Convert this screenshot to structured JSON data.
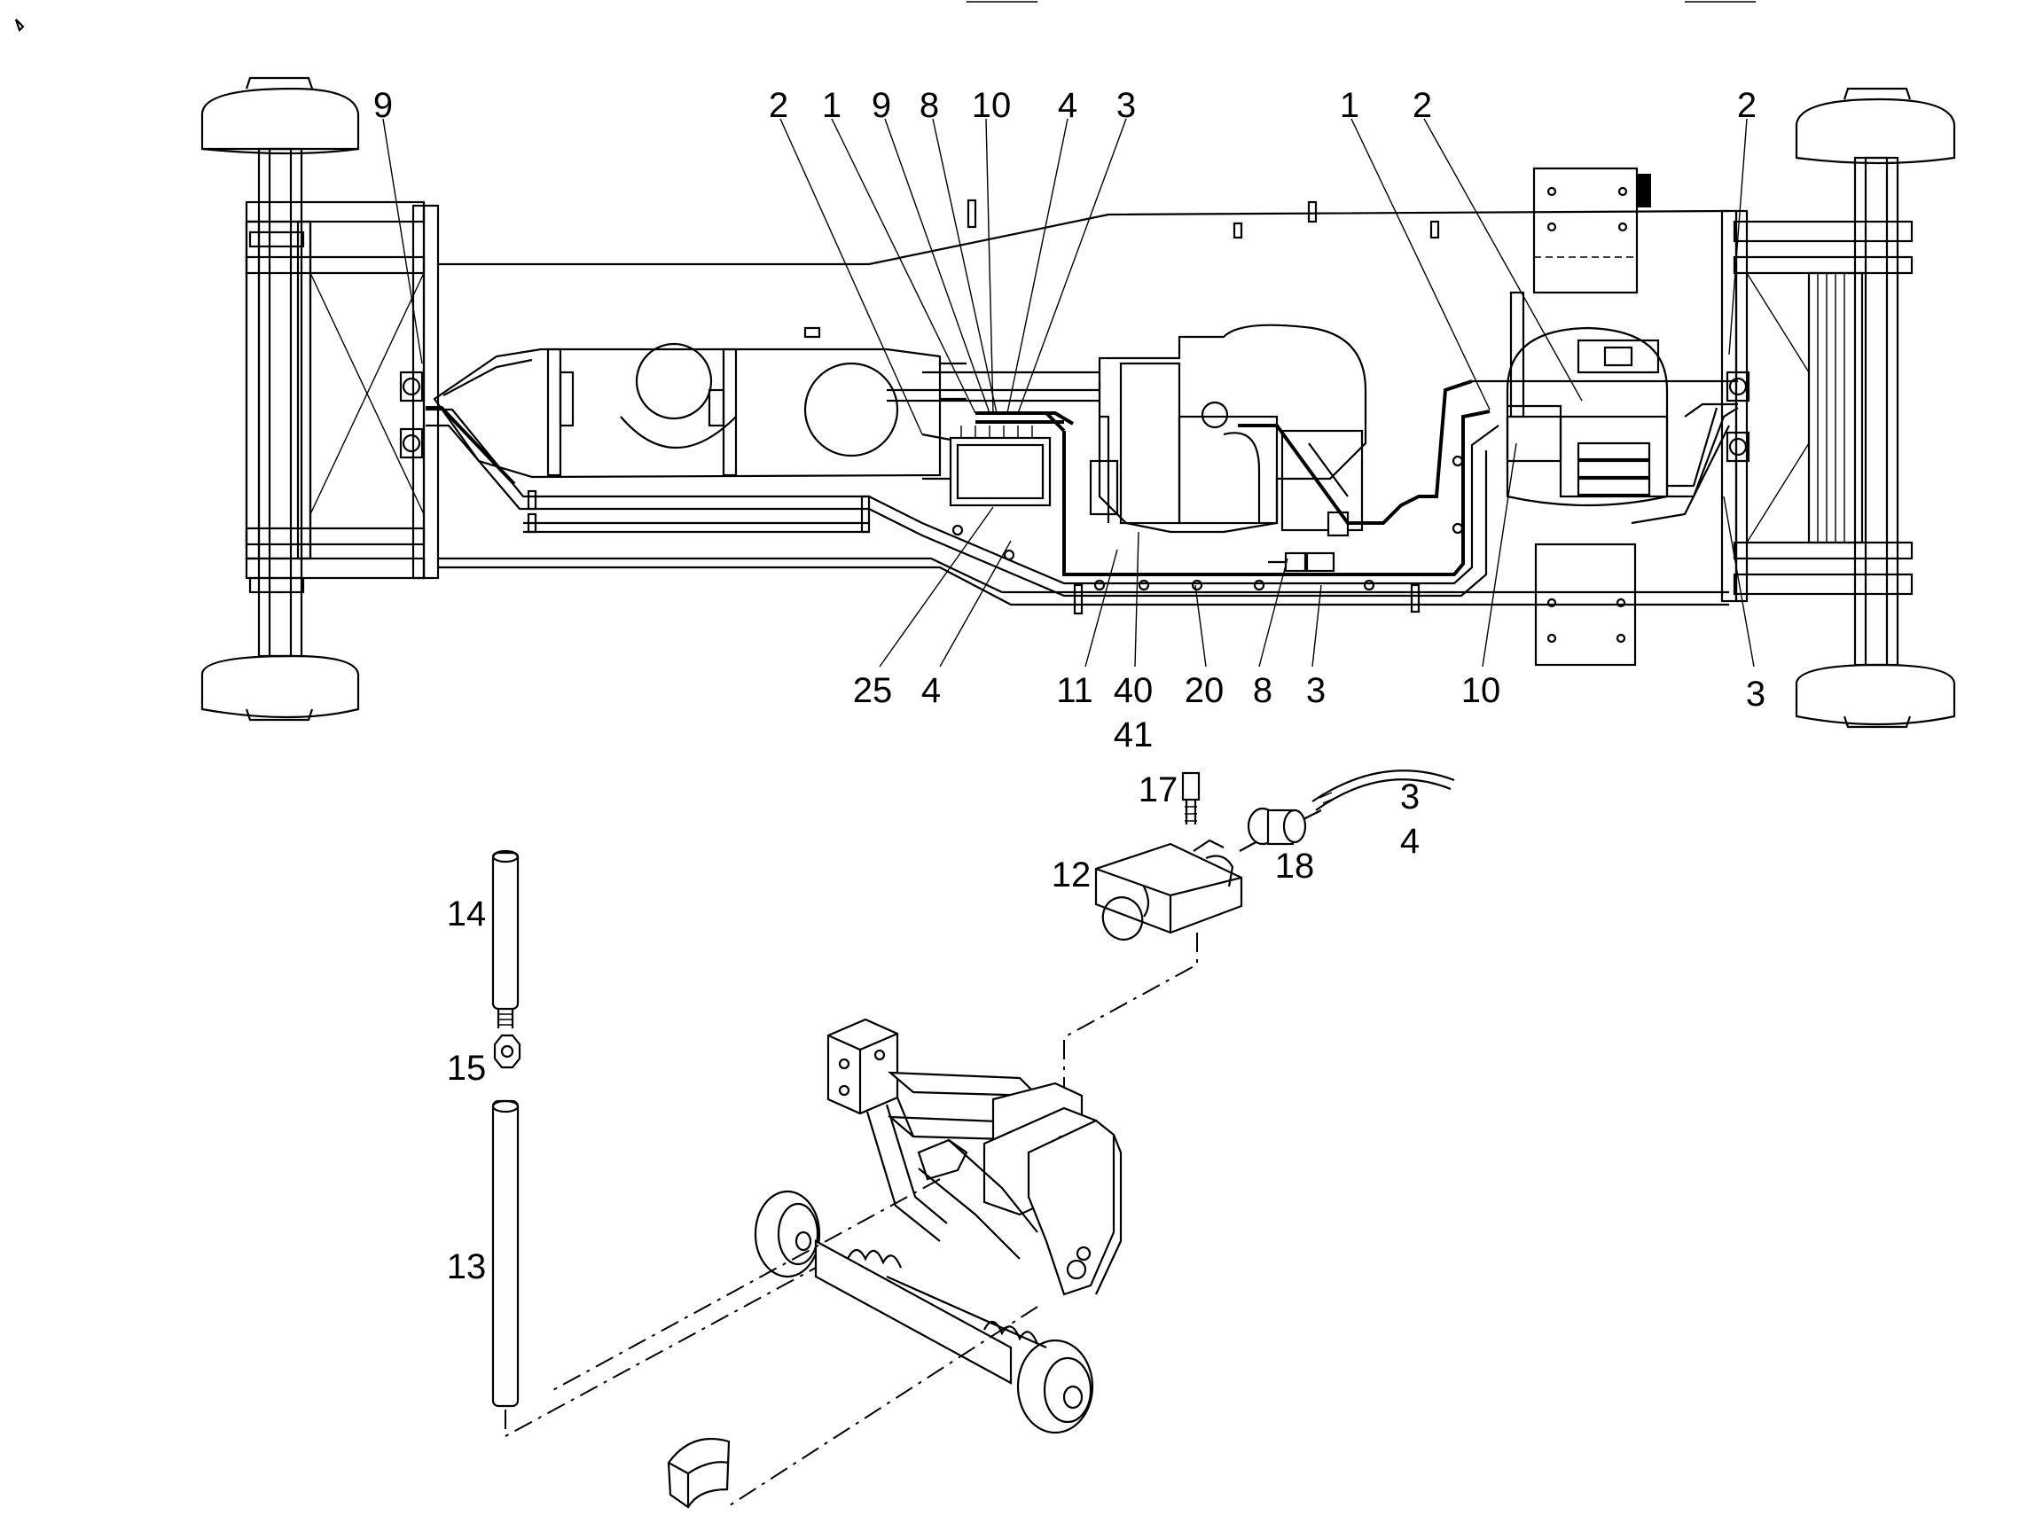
{
  "callouts": {
    "top_9_left": "9",
    "top_2_a": "2",
    "top_1_a": "1",
    "top_9_b": "9",
    "top_8": "8",
    "top_10": "10",
    "top_4": "4",
    "top_3": "3",
    "top_1_right": "1",
    "top_2_right": "2",
    "top_2_far_right": "2",
    "bottom_25": "25",
    "bottom_4": "4",
    "bottom_11": "11",
    "bottom_40": "40",
    "bottom_41": "41",
    "bottom_20": "20",
    "bottom_8": "8",
    "bottom_3": "3",
    "bottom_10": "10",
    "bottom_3_far_right": "3",
    "detail_17": "17",
    "detail_12": "12",
    "detail_18": "18",
    "detail_3": "3",
    "detail_4": "4",
    "detail_14": "14",
    "detail_15": "15",
    "detail_13": "13"
  },
  "colors": {
    "ink": "#000000",
    "paper": "#ffffff"
  }
}
